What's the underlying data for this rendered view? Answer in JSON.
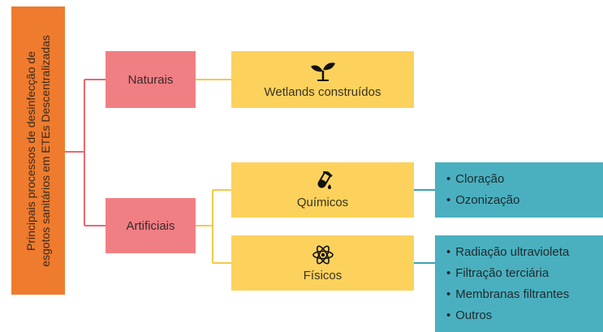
{
  "root": {
    "line1": "Principais processos de desinfecção de",
    "line2": "esgotos sanitários em ETEs Descentralizadas"
  },
  "categories": {
    "naturais": "Naturais",
    "artificiais": "Artificiais"
  },
  "methods": {
    "wetlands": "Wetlands construídos",
    "quimicos": "Químicos",
    "fisicos": "Físicos"
  },
  "lists": {
    "quimicos": [
      "Cloração",
      "Ozonização"
    ],
    "fisicos": [
      "Radiação ultravioleta",
      "Filtração terciária",
      "Membranas filtrantes",
      "Outros"
    ]
  },
  "icons": {
    "wetlands": "sprout-icon",
    "quimicos": "test-tube-icon",
    "fisicos": "atom-icon"
  },
  "colors": {
    "root": "#ef7b2e",
    "category": "#f07f84",
    "method": "#fcd25d",
    "list": "#4ab0bf",
    "line_pink": "#e8696f",
    "line_yellow": "#f5c84a",
    "line_teal": "#3aa2b3"
  }
}
